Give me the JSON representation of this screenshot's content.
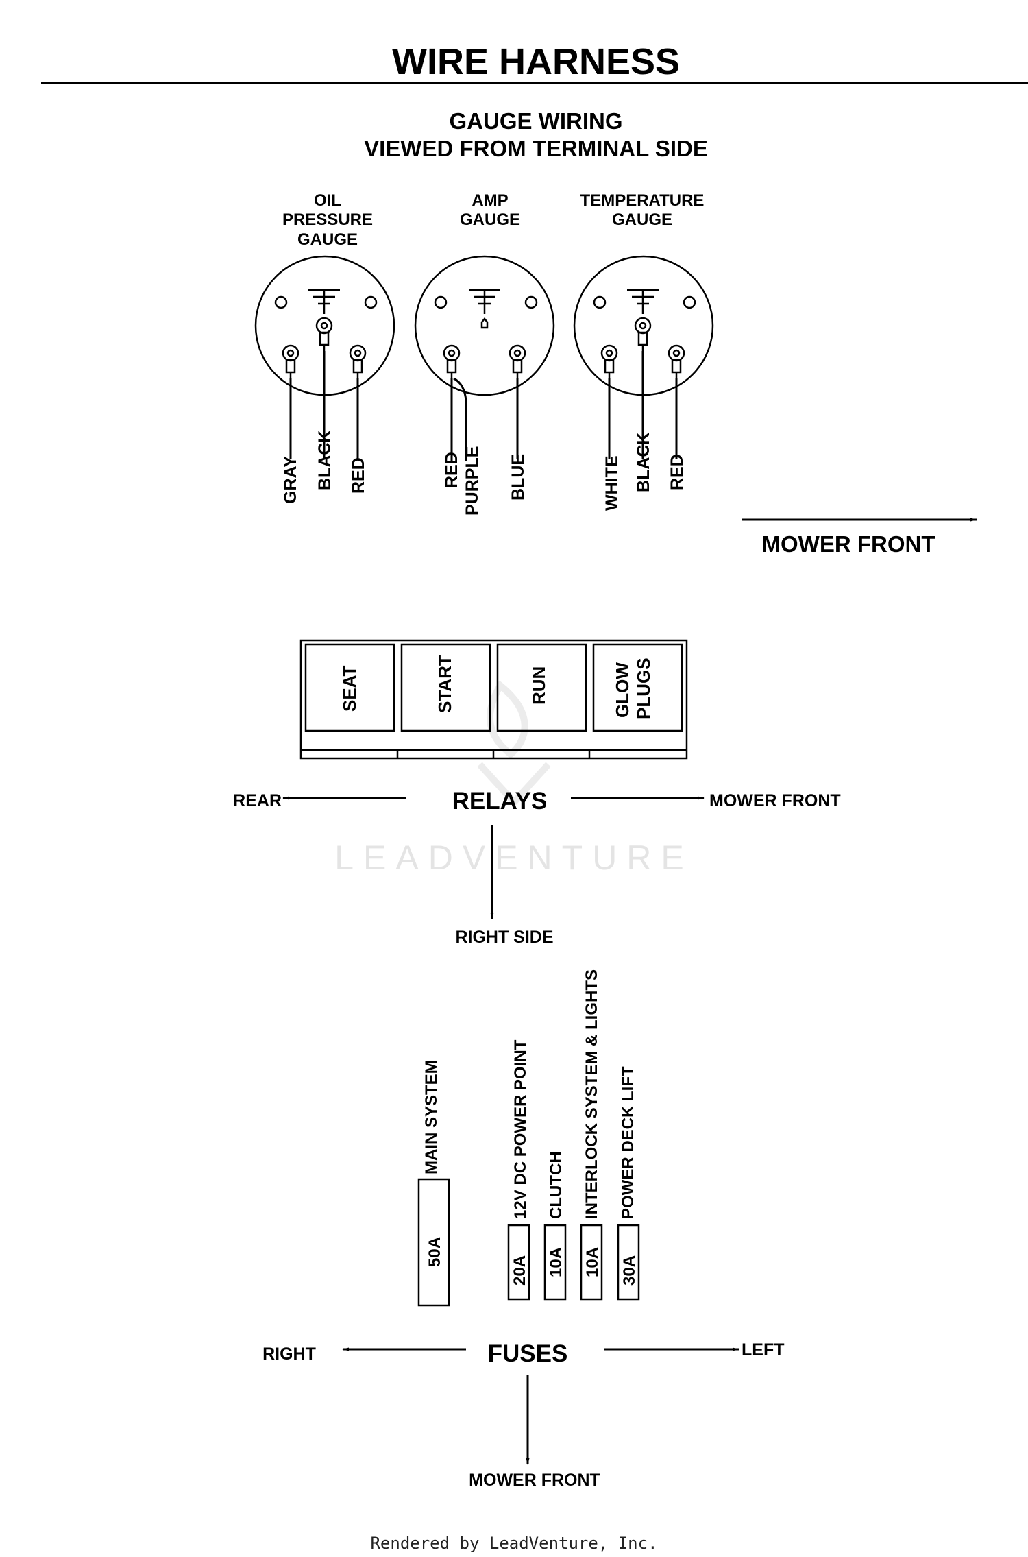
{
  "title": "WIRE HARNESS",
  "gauge_section": {
    "heading_line1": "GAUGE WIRING",
    "heading_line2": "VIEWED FROM TERMINAL SIDE",
    "gauges": [
      {
        "label_lines": [
          "OIL",
          "PRESSURE",
          "GAUGE"
        ],
        "wires": [
          "GRAY",
          "BLACK",
          "RED"
        ]
      },
      {
        "label_lines": [
          "AMP",
          "GAUGE"
        ],
        "wires": [
          "RED",
          "PURPLE",
          "BLUE"
        ]
      },
      {
        "label_lines": [
          "TEMPERATURE",
          "GAUGE"
        ],
        "wires": [
          "WHITE",
          "BLACK",
          "RED"
        ]
      }
    ],
    "direction_label": "MOWER FRONT"
  },
  "relays_section": {
    "label": "RELAYS",
    "relays": [
      "SEAT",
      "START",
      "RUN",
      "GLOW",
      "PLUGS"
    ],
    "left_label": "REAR",
    "right_label": "MOWER FRONT",
    "down_label": "RIGHT SIDE"
  },
  "fuses_section": {
    "label": "FUSES",
    "fuses": [
      {
        "rating": "50A",
        "name": "MAIN SYSTEM"
      },
      {
        "rating": "20A",
        "name": "12V DC POWER POINT"
      },
      {
        "rating": "10A",
        "name": "CLUTCH"
      },
      {
        "rating": "10A",
        "name": "INTERLOCK SYSTEM & LIGHTS"
      },
      {
        "rating": "30A",
        "name": "POWER DECK LIFT"
      }
    ],
    "left_label": "RIGHT",
    "right_label": "LEFT",
    "down_label": "MOWER FRONT"
  },
  "watermark": "LEADVENTURE",
  "credit": "Rendered by LeadVenture, Inc."
}
